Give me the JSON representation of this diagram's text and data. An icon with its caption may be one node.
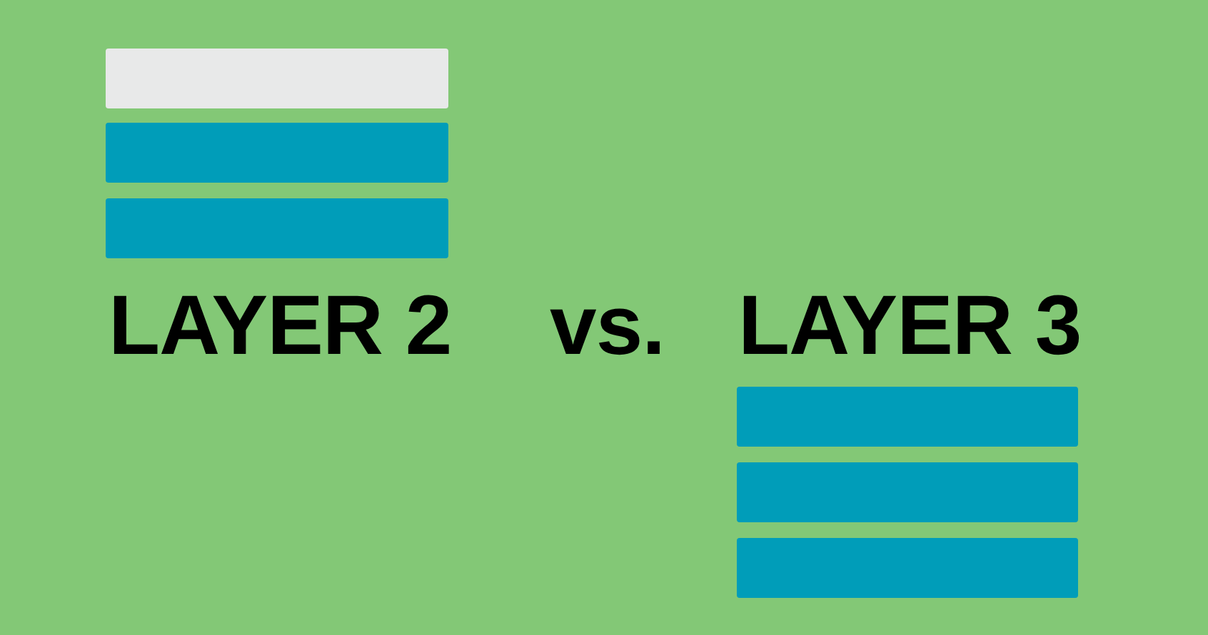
{
  "diagram": {
    "labels": [
      "LAYER 2",
      "vs.",
      "LAYER 3"
    ]
  }
}
